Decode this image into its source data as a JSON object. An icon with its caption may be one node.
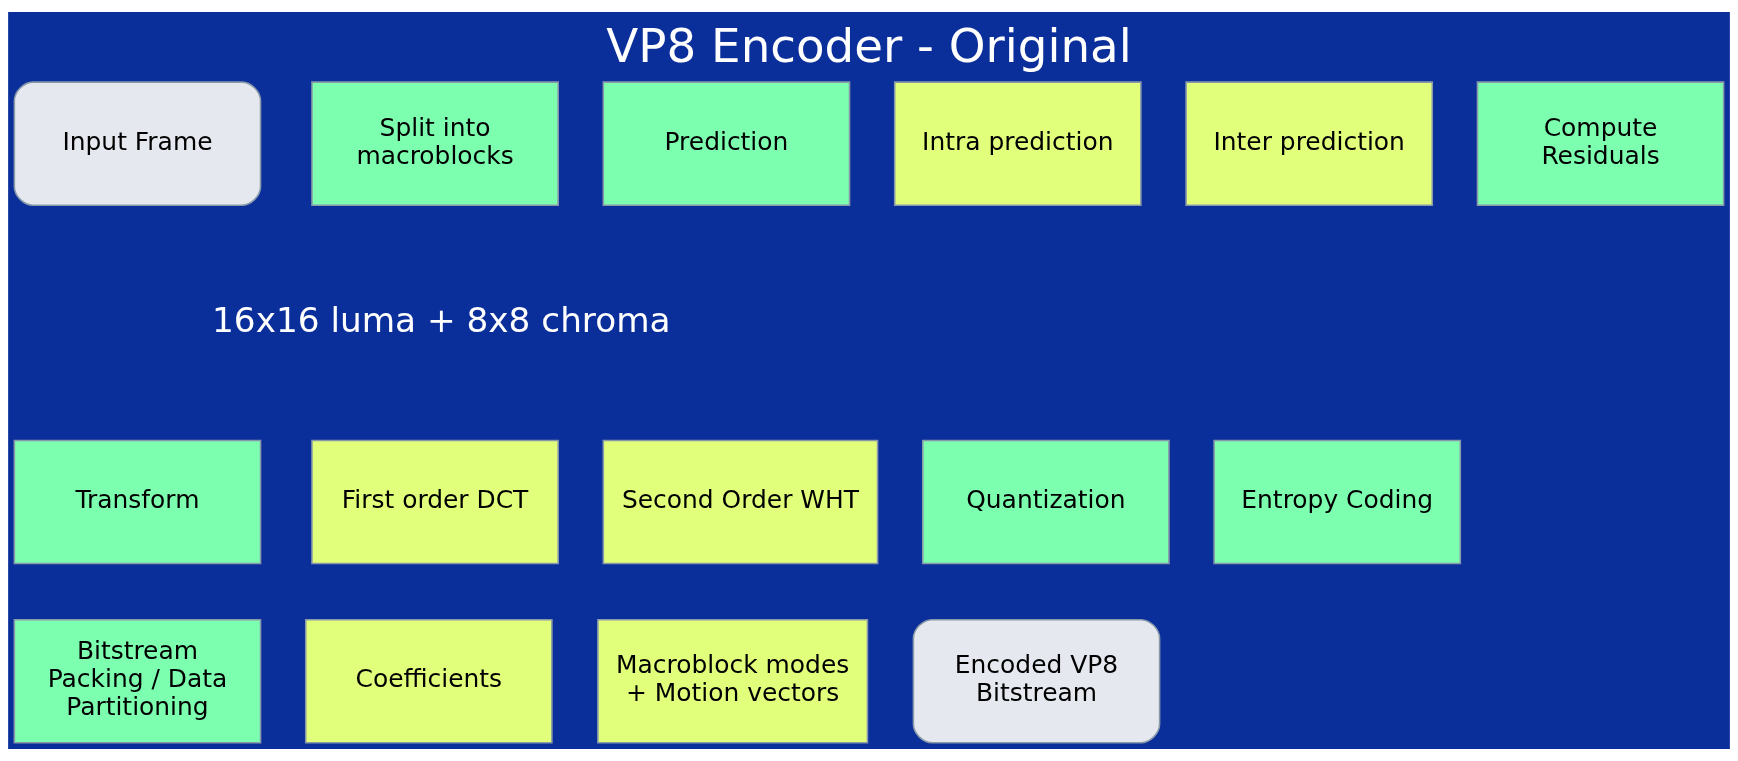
{
  "diagram": {
    "title": "VP8 Encoder - Original",
    "nodes": [
      {
        "text": [
          "Input Frame"
        ]
      },
      {
        "text": [
          "Split into macroblocks"
        ]
      },
      {
        "text": [
          "Prediction"
        ]
      },
      {
        "text": [
          "Intra prediction"
        ]
      },
      {
        "text": [
          "Inter prediction"
        ]
      },
      {
        "text": [
          "Compute Residuals"
        ]
      },
      {
        "text": [
          "Transform"
        ]
      },
      {
        "text": [
          "First order DCT"
        ]
      },
      {
        "text": [
          "Second Order WHT"
        ]
      },
      {
        "text": [
          "Quantization"
        ]
      },
      {
        "text": [
          "Entropy Coding"
        ]
      },
      {
        "text": [
          "Bitstream Packing / Data Partitioning"
        ]
      },
      {
        "text": [
          "Coefficients"
        ]
      },
      {
        "text": [
          "Macroblock modes + Motion vectors"
        ]
      },
      {
        "text": [
          "Encoded VP8 Bitstream"
        ]
      }
    ],
    "edges": [],
    "labels": [
      "16x16 luma + 8x8 chroma"
    ]
  }
}
